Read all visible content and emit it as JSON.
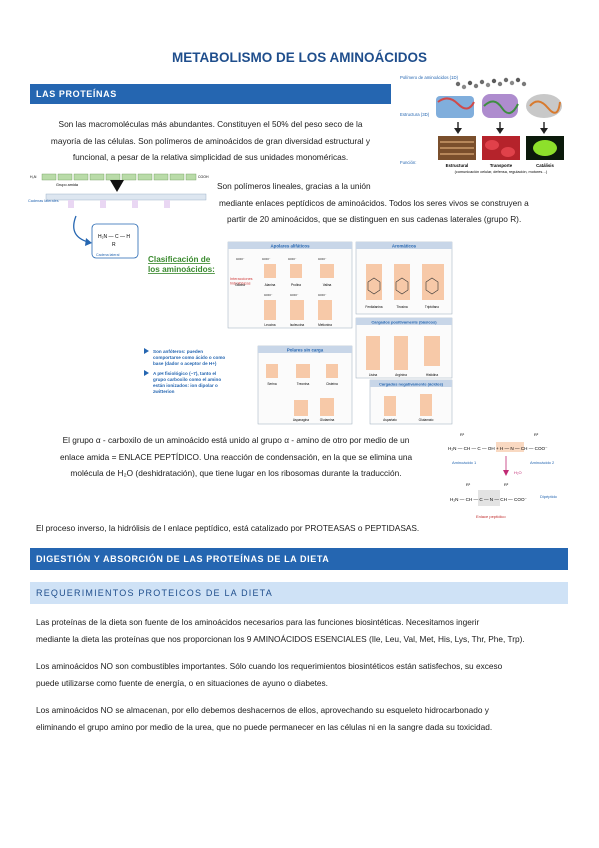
{
  "title": "METABOLISMO DE LOS AMINOÁCIDOS",
  "sections": {
    "proteinas": "LAS PROTEÍNAS",
    "digestion": "DIGESTIÓN Y ABSORCIÓN DE LAS PROTEÍNAS DE LA DIETA",
    "requerimientos": "REQUERIMIENTOS PROTEICOS DE LA DIETA"
  },
  "paragraphs": {
    "intro_1": "Son las macromoléculas más abundantes. Constituyen el 50% del peso seco de la",
    "intro_2": "mayoría de las células. Son polímeros de aminoácidos de gran diversidad estructural y",
    "intro_3": "funcional, a pesar de la relativa simplicidad de sus unidades monoméricas.",
    "lin_1": "Son polímeros lineales, gracias a la unión",
    "lin_2": "mediante enlaces peptídicos de aminoácidos. Todos los seres vivos se construyen a",
    "lin_3": "partir de 20 aminoácidos, que se distinguen en sus cadenas laterales (grupo R).",
    "pep_1": "El grupo α - carboxilo de un aminoácido está unido al grupo α - amino de otro por medio de un",
    "pep_2": "enlace amida = ENLACE PEPTÍDICO. Una reacción de condensación, en la que se elimina una",
    "pep_3": "molécula de H₂O (deshidratación), que tiene lugar en los ribosomas durante la traducción.",
    "hidrolisis": "El proceso inverso, la hidrólisis de l enlace peptídico, está catalizado por PROTEASAS o PEPTIDASAS.",
    "req_1": "Las proteínas de la dieta son fuente de los aminoácidos necesarios para las funciones biosintéticas. Necesitamos ingerir",
    "req_2": "mediante la dieta las proteínas que nos proporcionan los 9 AMINOÁCIDOS ESENCIALES (Ile, Leu, Val, Met, His, Lys, Thr, Phe, Trp).",
    "comb_1": "Los aminoácidos NO son combustibles importantes. Sólo cuando los requerimientos biosintéticos están satisfechos, su exceso",
    "comb_2": "puede utilizarse como fuente de energía, o en situaciones de ayuno o diabetes.",
    "alm_1": "Los aminoácidos NO se almacenan, por ello debemos deshacernos de ellos, aprovechando su esqueleto hidrocarbonado y",
    "alm_2": "eliminando el grupo amino por medio de la urea, que no puede permanecer en las células ni en la sangre dada su toxicidad."
  },
  "fig_protein": {
    "polimero": "Polímero de aminoácidos (1D)",
    "estructura": "Estructura (3D)",
    "funcion": "Función:",
    "estructural": "Estructural",
    "transporte": "Transporte",
    "catalisis": "Catálisis",
    "comunicacion": "(comunicación celular, defensa, regulación, motores…)"
  },
  "fig_chain": {
    "grupo_amida": "Grupo amida",
    "cadenas_laterales": "Cadenas laterales",
    "cadena_lateral": "Cadena lateral",
    "h2n": "H₂N",
    "cooh": "COOH",
    "r": "R"
  },
  "fig_clasif": {
    "heading_1": "Clasificación de",
    "heading_2": "los aminoácidos:",
    "apolares": "Apolares alifáticos",
    "aromaticos": "Aromáticos",
    "interacciones": "Interacciones hidrofóbicas",
    "cargados_pos": "Cargados positivamente (básicos)",
    "polares": "Polares sin carga",
    "cargados_neg": "Cargados negativamente (ácidos)",
    "apolares_names": [
      "Glicina",
      "Alanina",
      "Prolina",
      "Valina",
      "Leucina",
      "Isoleucina",
      "Metionina"
    ],
    "aromaticos_names": [
      "Fenilalanina",
      "Tirosina",
      "Triptófano"
    ],
    "positivos_names": [
      "Lisina",
      "Arginina",
      "Histidina"
    ],
    "polares_names": [
      "Serina",
      "Treonina",
      "Cisteína",
      "Asparagina",
      "Glutamina"
    ],
    "negativos_names": [
      "Aspartato",
      "Glutamato"
    ],
    "bullet_1": [
      "Son anfóteros: pueden",
      "comportarse como ácido o como",
      "base (dador o aceptor de H+)"
    ],
    "bullet_2": [
      "A pH fisiológico (~7), tanto el",
      "grupo carboxilo como el amino",
      "están ionizados: ion dipolar o",
      "zwitterion"
    ]
  },
  "fig_peptide": {
    "aa1": "Aminoácido 1",
    "aa2": "Aminoácido 2",
    "dipeptido": "Dipéptido",
    "enlace": "Enlace peptídico",
    "formula_1": "H₂N — CH — C — OH + H — N — CH — COO⁻",
    "formula_2": "H₂N — CH — C — N — CH — COO⁻",
    "water": "H₂O",
    "r1": "R¹",
    "r2": "R²"
  },
  "colors": {
    "accent": "#2566b1",
    "title": "#1f4e8c",
    "subbar": "#cfe2f6",
    "highlight": "#f7c9a8"
  }
}
